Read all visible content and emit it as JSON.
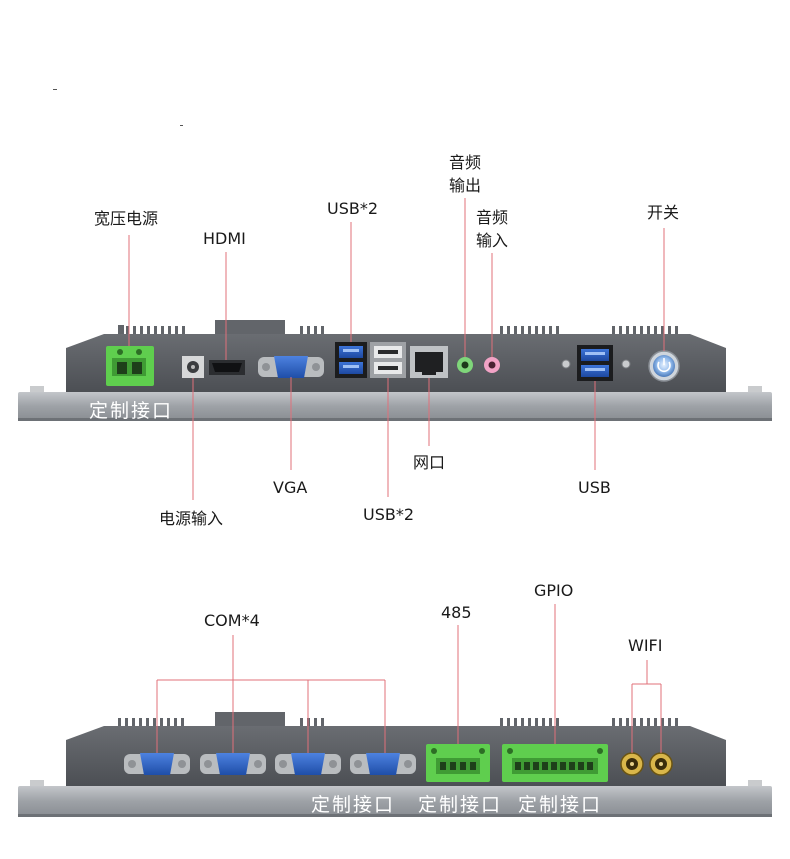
{
  "top_panel": {
    "labels": {
      "wide_power": "宽压电源",
      "hdmi": "HDMI",
      "usb2_top": "USB*2",
      "audio_out_1": "音频",
      "audio_out_2": "输出",
      "audio_in_1": "音频",
      "audio_in_2": "输入",
      "power_switch": "开关",
      "power_input": "电源输入",
      "vga": "VGA",
      "usb2_bottom": "USB*2",
      "lan": "网口",
      "usb": "USB",
      "custom_port": "定制接口"
    }
  },
  "bottom_panel": {
    "labels": {
      "com": "COM*4",
      "rs485": "485",
      "gpio": "GPIO",
      "wifi": "WIFI",
      "custom_port_1": "定制接口",
      "custom_port_2": "定制接口",
      "custom_port_3": "定制接口"
    }
  },
  "colors": {
    "leader_line": "#e0707a",
    "chassis": "#5a5d62",
    "base_plate": "#a9adb2",
    "terminal_green": "#5fce4e",
    "vga_blue": "#2f62c8"
  }
}
